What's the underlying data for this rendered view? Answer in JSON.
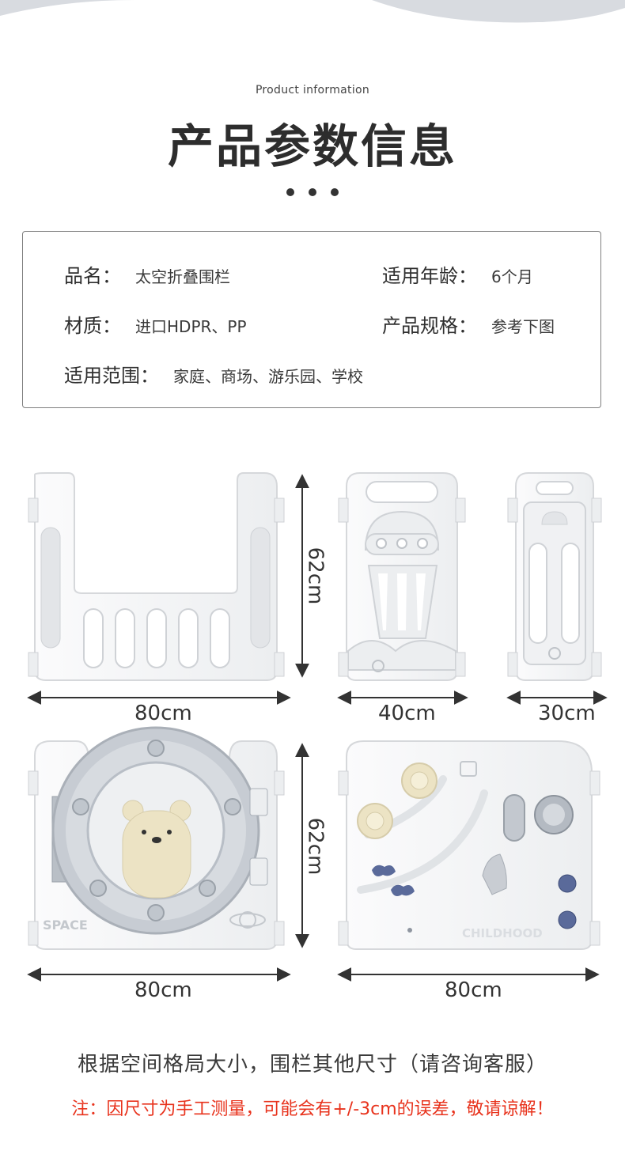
{
  "header": {
    "subtitle": "Product information",
    "title": "产品参数信息"
  },
  "info": {
    "name_label": "品名：",
    "name_value": "太空折叠围栏",
    "age_label": "适用年龄：",
    "age_value": "6个月",
    "material_label": "材质：",
    "material_value": "进口HDPR、PP",
    "spec_label": "产品规格：",
    "spec_value": "参考下图",
    "scope_label": "适用范围：",
    "scope_value": "家庭、商场、游乐园、学校"
  },
  "dimensions": {
    "row1_height": "62cm",
    "row1_panel1_width": "80cm",
    "row1_panel2_width": "40cm",
    "row1_panel3_width": "30cm",
    "row2_height": "62cm",
    "row2_panel1_width": "80cm",
    "row2_panel2_width": "80cm"
  },
  "panel_text": {
    "space": "SPACE",
    "childhood": "CHILDHOOD"
  },
  "notes": {
    "custom": "根据空间格局大小，围栏其他尺寸（请咨询客服）",
    "warning": "注：因尺寸为手工测量，可能会有+/-3cm的误差，敬请谅解！"
  },
  "colors": {
    "panel": "#f5f5f6",
    "panel_shadow": "#d9dadd",
    "accent_blue": "#5a6a9a",
    "cream": "#ece3c4",
    "warning": "#e8331d"
  }
}
